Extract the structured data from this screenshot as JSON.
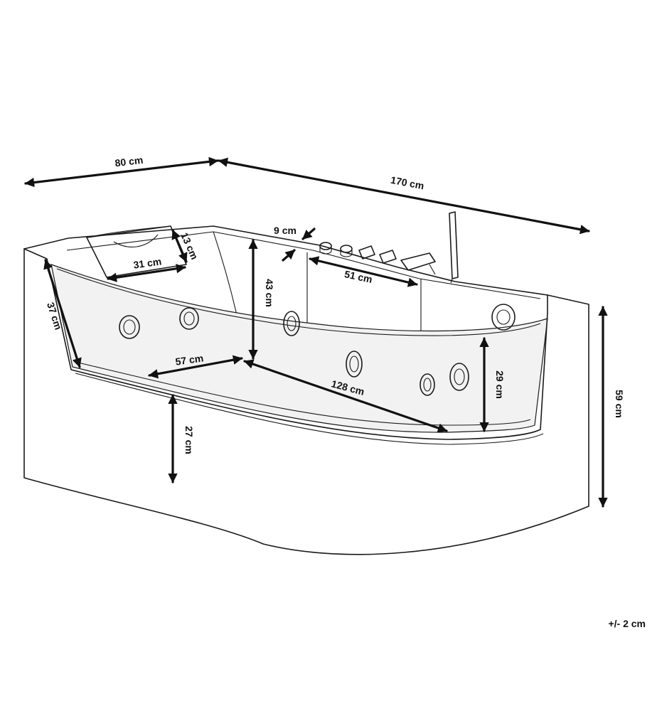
{
  "dimensions": {
    "depth": "80 cm",
    "length": "170 cm",
    "rim_width": "9 cm",
    "headrest_height": "13 cm",
    "headrest_width": "31 cm",
    "panel_width": "51 cm",
    "inner_depth": "43 cm",
    "side_height": "37 cm",
    "floor_width": "57 cm",
    "floor_length": "128 cm",
    "window_height": "29 cm",
    "outer_height": "59 cm",
    "base_height": "27 cm"
  },
  "note": "+/- 2 cm",
  "colors": {
    "line": "#1a1a1a",
    "glass": "#f2f2f2"
  }
}
